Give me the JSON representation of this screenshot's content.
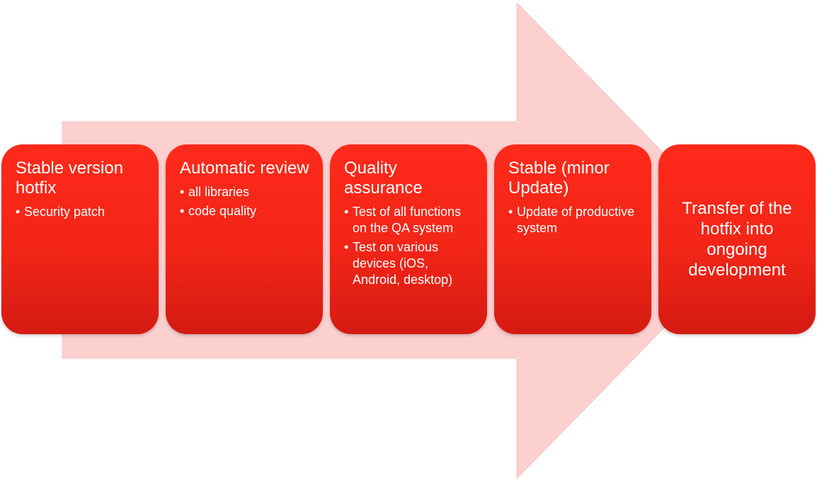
{
  "colors": {
    "arrow_fill": "#fdd0d0",
    "box_top": "#ff2a1a",
    "box_bottom": "#d41b12",
    "text": "#ffffff"
  },
  "steps": [
    {
      "title": "Stable version hotfix",
      "bullets": [
        "Security patch"
      ]
    },
    {
      "title": "Automatic review",
      "bullets": [
        "all libraries",
        "code quality"
      ]
    },
    {
      "title": "Quality assurance",
      "bullets": [
        "Test of all functions on the QA system",
        "Test on various devices (iOS, Android, desktop)"
      ]
    },
    {
      "title": "Stable (minor Update)",
      "bullets": [
        "Update of productive system"
      ]
    },
    {
      "title": "Transfer of the hotfix into ongoing development",
      "bullets": []
    }
  ]
}
